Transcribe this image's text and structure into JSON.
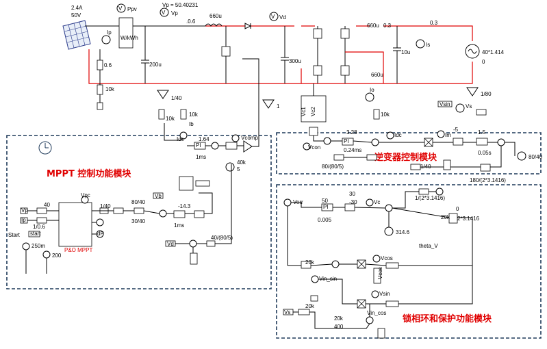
{
  "modules": {
    "mppt": "MPPT 控制功能模块",
    "inverter": "逆变器控制模块",
    "pll": "锁相环和保护功能模块"
  },
  "pv": {
    "current": "2.4A",
    "voltage": "50V",
    "vp_readout": "Vp = 50.40231"
  },
  "labels": {
    "Ppv": "Ppv",
    "Vp": "Vp",
    "Ip": "Ip",
    "Vd": "Vd",
    "Io": "Io",
    "Is": "Is",
    "Vs": "Vs",
    "Vcomp": "Vcomp",
    "Vpc": "Vpc",
    "Vcon": "Vcon",
    "Vsin": "Vsin",
    "Vcos": "Vcos",
    "Verr": "Verr",
    "Vc": "Vc",
    "Vin_sin": "Vin_sin",
    "Vin_cos": "Vin_cos",
    "theta_V": "theta_V",
    "Idc": "Idc",
    "Im": "Im",
    "Ib": "Ib",
    "Vb": "Vb",
    "dP": "dP",
    "start": "start",
    "Start": "Start",
    "po_mppt": "P&O MPPT",
    "mmpt_block": "W/kWh"
  },
  "values": {
    "r06a": "0.6",
    "r06b": ".0.6",
    "ind660a": "660u",
    "ind660b": "660u",
    "ind660c": "660u",
    "c200": "200u",
    "c300": "300u",
    "c10": "10u",
    "r03a": "0.3",
    "r03b": "0.3",
    "src": "40*1.414",
    "src0": "0",
    "k10a": "10k",
    "k10b": "10k",
    "k10c": "10k",
    "k10d": "10k",
    "g140": "1/40",
    "g180": "1/80",
    "g1": "1",
    "g40k": "40k",
    "g5": "5",
    "pi164": "1.64",
    "ms1a": "1ms",
    "ms1b": "1ms",
    "lim143": "-14.3",
    "g8040": "80/40",
    "g3040": "30/40",
    "g40n": "40",
    "g140b": "1/40",
    "g16": "1/0.6",
    "t250": "250m",
    "v200": "200",
    "g4080": "40/(80/5)",
    "pi328": "3.28",
    "ms024": "0.24ms",
    "g80805": "80/(80/5)",
    "g140c": "1/40",
    "m5": "-5",
    "pi15": "1.5",
    "s005": "0.05s",
    "g8040b": "80/40",
    "g1802": "180/(2*3.1416)",
    "pi50": "50",
    "pi0005": "0.005",
    "l30": "30",
    "lm30": "-30",
    "v3146": "314.6",
    "g12pi": "1/(2*3.1416)",
    "g20k": "20k",
    "g2pi": "2*3.1416",
    "zero": "0",
    "g20kb": "20k",
    "g20kc": "20k",
    "g20kd": "20k",
    "g400": "400"
  }
}
